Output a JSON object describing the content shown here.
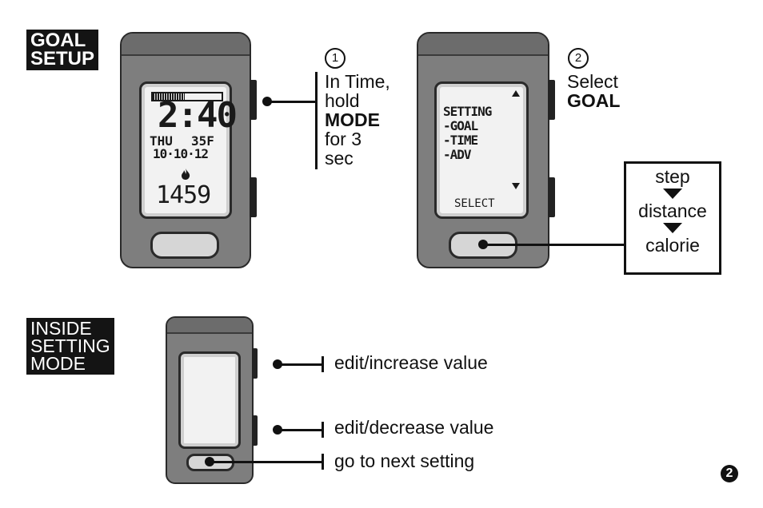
{
  "labels": {
    "goal_setup": [
      "GOAL",
      "SETUP"
    ],
    "inside_setting": [
      "INSIDE",
      "SETTING",
      "MODE"
    ]
  },
  "device1": {
    "time": "2:40",
    "day": "THU",
    "temp": "35F",
    "date": "10·10·12",
    "calories": "1459",
    "flame_icon": "flame-icon"
  },
  "step1": {
    "number": "1",
    "line1": "In Time,",
    "line2": "hold",
    "line3_bold": "MODE",
    "line4": "for 3",
    "line5": "sec"
  },
  "device2": {
    "menu_title": "SETTING",
    "menu_items": [
      "-GOAL",
      "-TIME",
      "-ADV"
    ],
    "footer": "SELECT"
  },
  "step2": {
    "number": "2",
    "line1": "Select",
    "line2_bold": "GOAL"
  },
  "goal_options": [
    "step",
    "distance",
    "calorie"
  ],
  "inside_actions": {
    "top": "edit/increase value",
    "middle": "edit/decrease value",
    "bottom": "go to next setting"
  },
  "page_number": "2"
}
